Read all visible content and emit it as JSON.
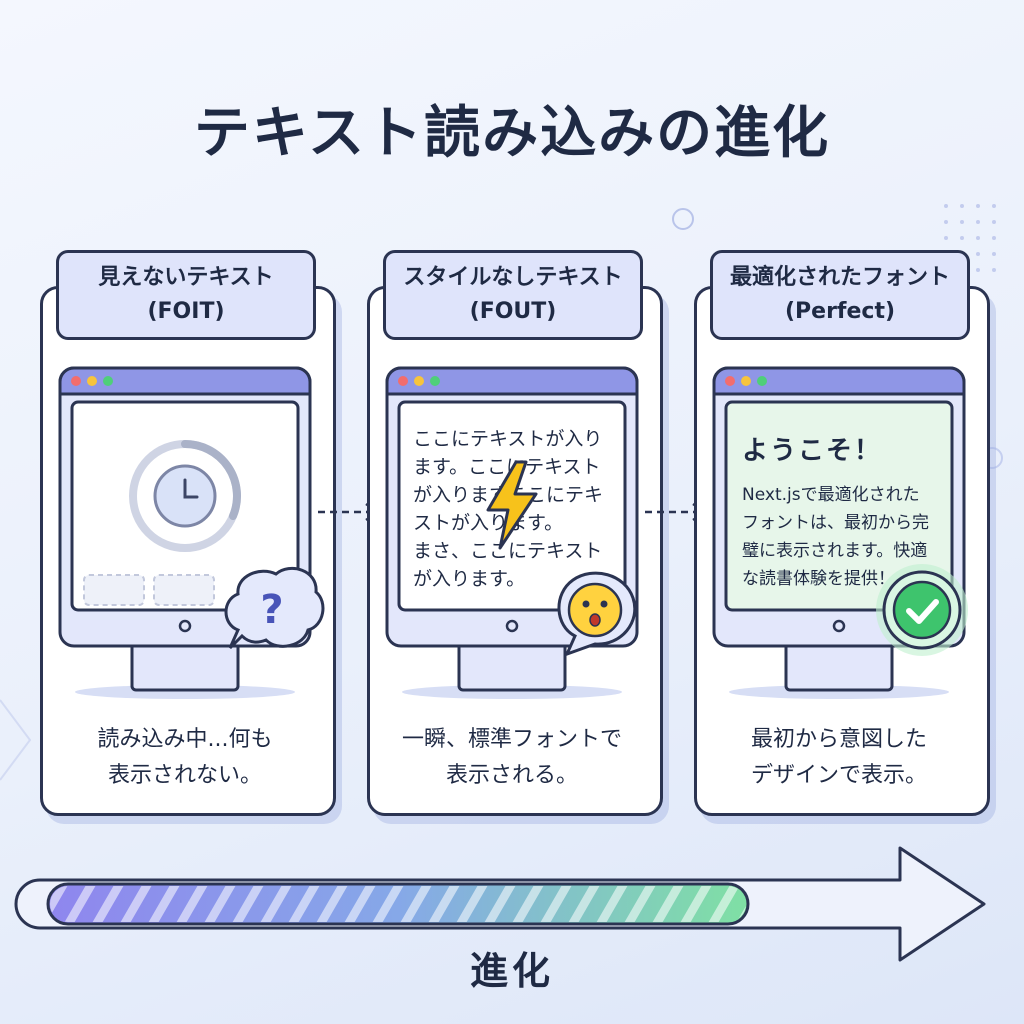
{
  "title": "テキスト読み込みの進化",
  "stages": [
    {
      "tag_line1": "見えないテキスト",
      "tag_line2": "(FOIT)",
      "caption_line1": "読み込み中...何も",
      "caption_line2": "表示されない。",
      "bubble_symbol": "?"
    },
    {
      "tag_line1": "スタイルなしテキスト",
      "tag_line2": "(FOUT)",
      "screen_text": "ここにテキストが入り\nます。ここにテキスト\nが入りますここにテキ\nストが入ります。\nまさ、ここにテキスト\nが入ります。",
      "caption_line1": "一瞬、標準フォントで",
      "caption_line2": "表示される。"
    },
    {
      "tag_line1": "最適化されたフォント",
      "tag_line2": "(Perfect)",
      "welcome": "ようこそ！",
      "screen_text": "Next.jsで最適化された\nフォントは、最初から完\n璧に表示されます。快適\nな読書体験を提供！",
      "caption_line1": "最初から意図した",
      "caption_line2": "デザインで表示。"
    }
  ],
  "progress_label": "進化",
  "colors": {
    "outline": "#2b3452",
    "titlebar": "#8f96e6",
    "screen_bezel": "#dfe3fa",
    "perfect_screen": "#e7f6ea",
    "check_green": "#3ec46d",
    "bolt_yellow": "#f7c21b",
    "progress_start": "#8f86ee",
    "progress_end": "#7fe0a4"
  },
  "icons": [
    "clock-icon",
    "question-bubble-icon",
    "lightning-icon",
    "surprised-face-icon",
    "checkmark-icon",
    "arrow-right-icon"
  ]
}
